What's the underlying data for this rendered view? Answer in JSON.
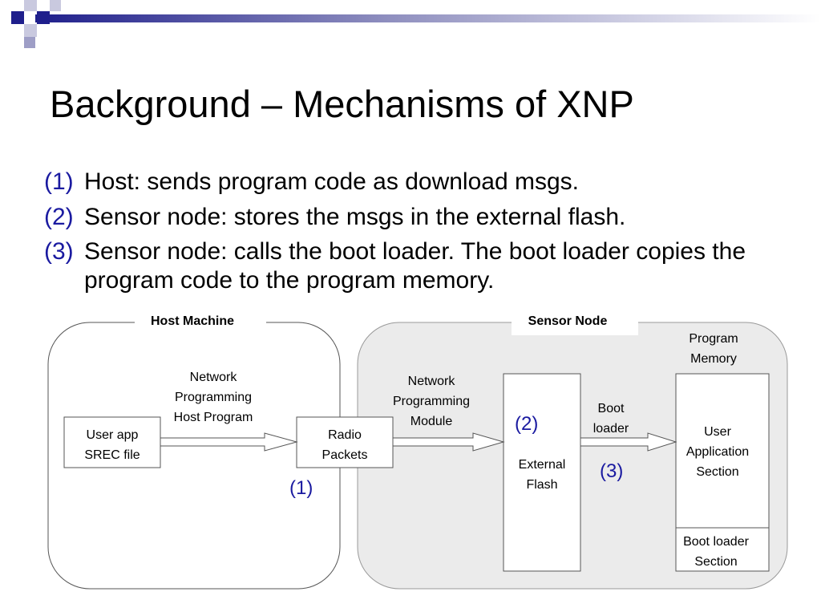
{
  "slide": {
    "title": "Background – Mechanisms of XNP",
    "bullets": [
      {
        "num": "(1)",
        "text": "Host: sends program code as download msgs."
      },
      {
        "num": "(2)",
        "text": "Sensor node: stores the msgs in the external flash."
      },
      {
        "num": "(3)",
        "text": "Sensor node: calls the boot loader. The boot loader copies the program code to the program memory."
      }
    ]
  },
  "diagram": {
    "host_machine_label": "Host Machine",
    "sensor_node_label": "Sensor Node",
    "user_app_box": "User app SREC file",
    "network_programming_host_program": "Network Programming Host Program",
    "radio_packets_box": "Radio Packets",
    "network_programming_module": "Network Programming Module",
    "external_flash_box": "External Flash",
    "boot_loader_arrow_label": "Boot loader",
    "program_memory_label": "Program Memory",
    "user_application_section": "User Application Section",
    "boot_loader_section": "Boot loader Section",
    "step_1": "(1)",
    "step_2": "(2)",
    "step_3": "(3)"
  },
  "colors": {
    "accent": "#1a1aa0",
    "sensor_panel": "#ebebeb",
    "deco_dark": "#1f1f8c",
    "deco_light": "#9e9ec6"
  }
}
